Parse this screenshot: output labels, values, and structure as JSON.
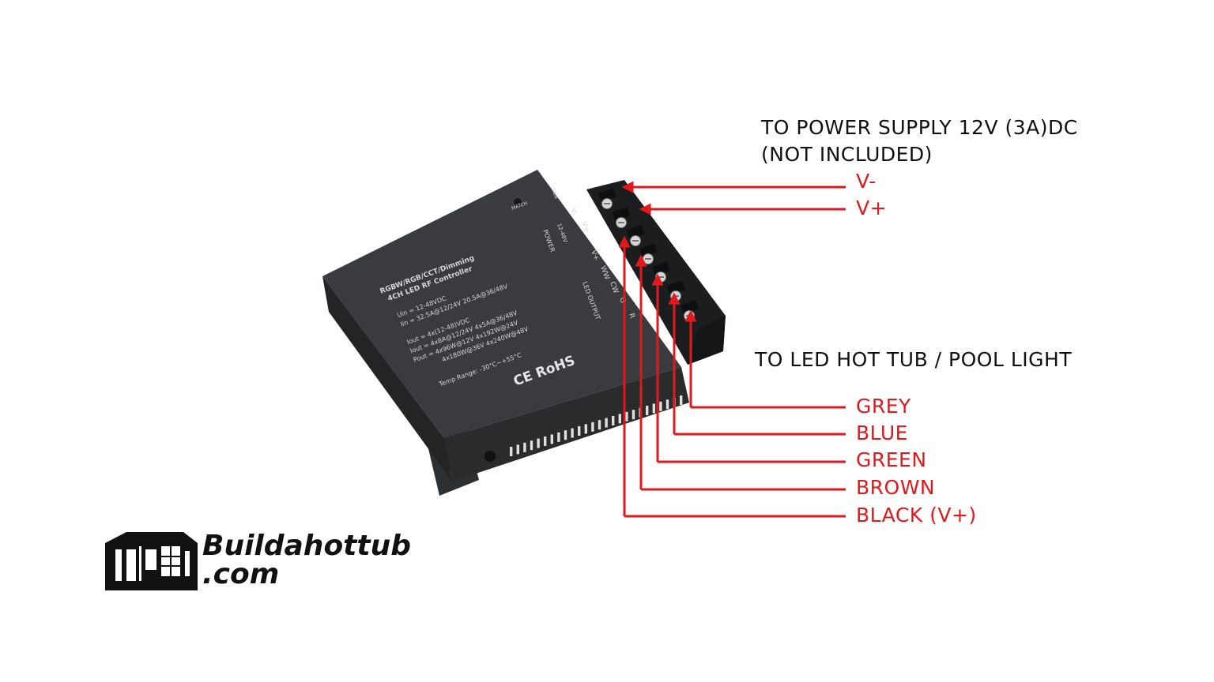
{
  "labels": {
    "power_supply_line1": "TO POWER SUPPLY 12V (3A)DC",
    "power_supply_line2": "(NOT INCLUDED)",
    "led_light_heading": "TO LED HOT TUB / POOL LIGHT"
  },
  "power_wires": [
    {
      "label": "V-"
    },
    {
      "label": "V+"
    }
  ],
  "led_wires": [
    {
      "label": "GREY"
    },
    {
      "label": "BLUE"
    },
    {
      "label": "GREEN"
    },
    {
      "label": "BROWN"
    },
    {
      "label": "BLACK (V+)"
    }
  ],
  "device": {
    "model_lines": [
      "RGBW/RGB/CCT/Dimming",
      "4CH LED RF Controller"
    ],
    "spec_lines": [
      "Uin  = 12-48VDC",
      "Iin  = 32.5A@12/24V   20.5A@36/48V",
      "Iout = 4x(12-48)VDC",
      "Iout = 4x8A@12/24V   4x5A@36/48V",
      "Pout = 4x96W@12V   4x192W@24V",
      "4x180W@36V   4x240W@48V",
      "Temp Range: -30°C~+55°C"
    ],
    "cert_text": "CE RoHS",
    "power_label": "POWER",
    "power_voltage": "12-48V",
    "led_output_label": "LED OUTPUT",
    "match_label": "MATCH",
    "run_label": "RUN",
    "power_terminals": [
      "V-",
      "V+"
    ],
    "output_terminals": [
      "V+",
      "WW",
      "CW",
      "G",
      "R"
    ]
  },
  "logo": {
    "line1": "Buildahottub",
    "line2": ".com"
  },
  "colors": {
    "wire": "#e0191e",
    "device_body": "#3a3b3e",
    "text": "#111111"
  }
}
